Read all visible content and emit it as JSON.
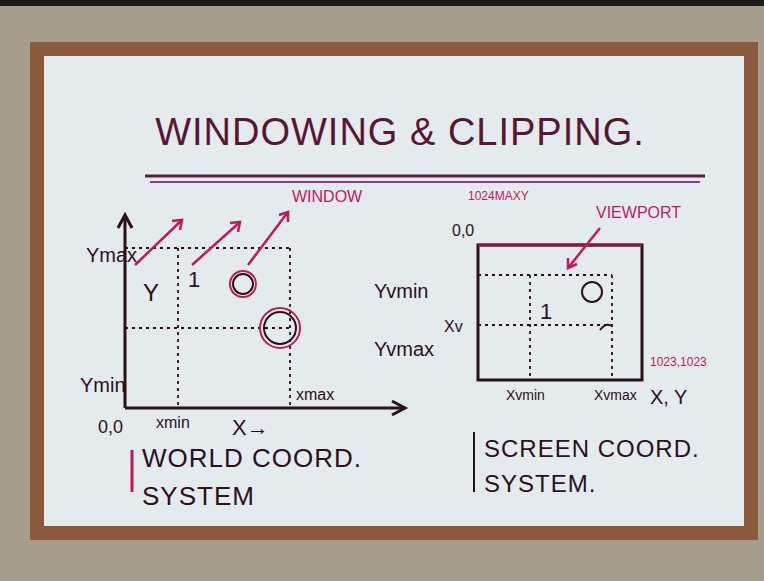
{
  "diagram": {
    "title": "WINDOWING & CLIPPING.",
    "labels": [
      "Ymax",
      "Y",
      "Ymin",
      "0,0",
      "xmin",
      "X→",
      "xmax",
      "WINDOW",
      "1",
      "WORLD COORD. SYSTEM",
      "1024MAXY",
      "0,0",
      "VIEWPORT",
      "Yvmin",
      "Yvmax",
      "Xv",
      "1",
      "Xvmin",
      "Xvmax",
      "X, Y",
      "1023,1023",
      "SCREEN COORD. SYSTEM."
    ]
  }
}
